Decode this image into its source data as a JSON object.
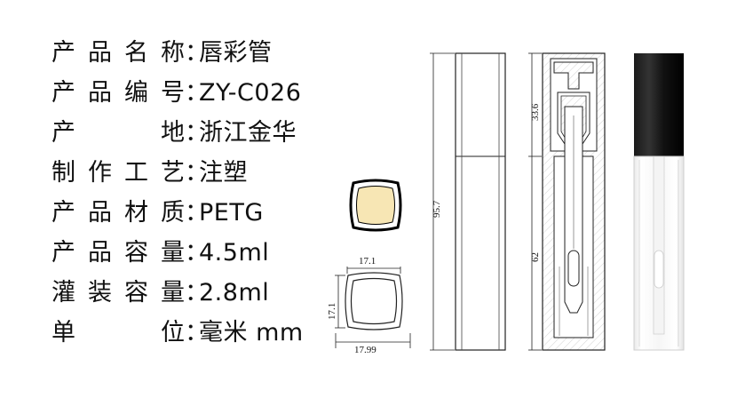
{
  "specs": [
    {
      "label": "产品名称",
      "value": "唇彩管"
    },
    {
      "label": "产品编号",
      "value": "ZY-C026"
    },
    {
      "label": "产　　地",
      "value": "浙江金华"
    },
    {
      "label": "制作工艺",
      "value": "注塑"
    },
    {
      "label": "产品材质",
      "value": "PETG"
    },
    {
      "label": "产品容量",
      "value": "4.5ml"
    },
    {
      "label": "灌装容量",
      "value": "2.8ml"
    },
    {
      "label": "单　　位",
      "value": "毫米 mm"
    }
  ],
  "separator": "：",
  "dimensions": {
    "top_width": "17.1",
    "side_height": "17.1",
    "bottom_width": "17.99",
    "total_height": "95.7",
    "cap_height": "33.6",
    "body_height": "62"
  },
  "colors": {
    "cap": "#111111",
    "fill": "#f7e6b4",
    "line": "#222222",
    "hatch": "#d9d9d9"
  }
}
